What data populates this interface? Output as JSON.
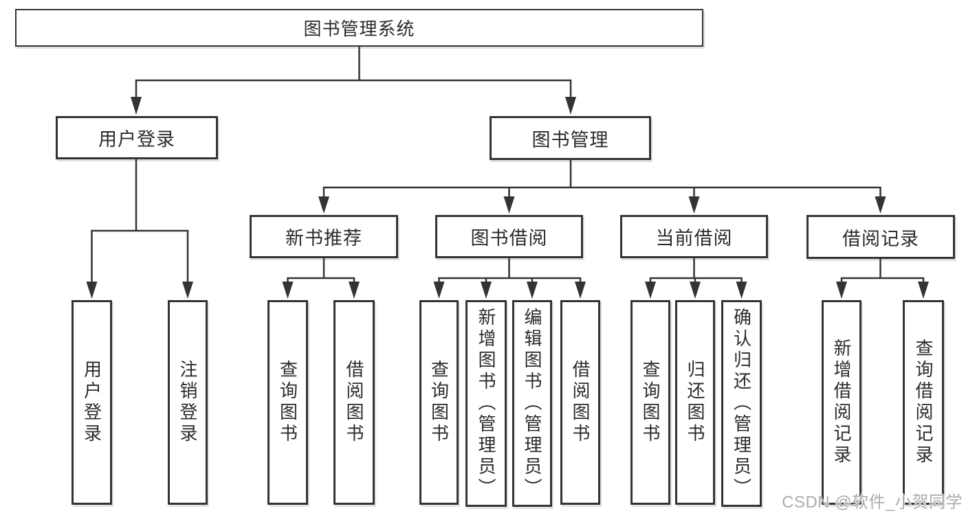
{
  "colors": {
    "line": "#333333",
    "background": "#ffffff",
    "watermark_text": "#ababab"
  },
  "diagram": {
    "root": "图书管理系统",
    "level2": {
      "user_login": "用户登录",
      "book_management": "图书管理"
    },
    "level3": {
      "new_book_recommend": "新书推荐",
      "book_borrowing": "图书借阅",
      "current_borrowing": "当前借阅",
      "borrowing_records": "借阅记录"
    },
    "leaves": {
      "user_login": "用户登录",
      "logout": "注销登录",
      "nbr_query_books": "查询图书",
      "nbr_borrow_books": "借阅图书",
      "bb_query_books": "查询图书",
      "bb_add_books": "新增图书（管理员）",
      "bb_edit_books": "编辑图书（管理员）",
      "bb_borrow_books": "借阅图书",
      "cb_query_books": "查询图书",
      "cb_return_books": "归还图书",
      "cb_confirm_return": "确认归还（管理员）",
      "br_add_record": "新增借阅记录",
      "br_query_record": "查询借阅记录"
    },
    "watermark": "CSDN @软件_小贺同学"
  }
}
